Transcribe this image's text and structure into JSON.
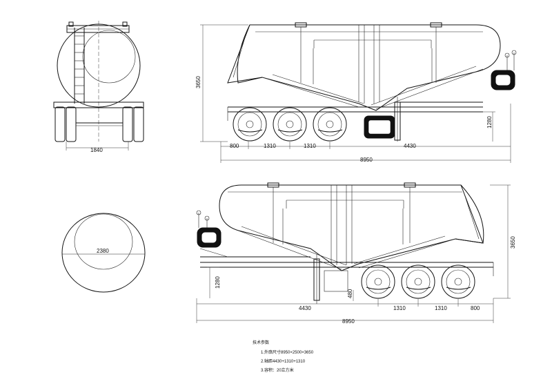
{
  "dimensions": {
    "top_side": {
      "height": "3650",
      "hitch_height": "1280",
      "front_overhang": "800",
      "axle_spacing_1": "1310",
      "axle_spacing_2": "1310",
      "kingpin_to_axle": "4430",
      "overall_length": "8950"
    },
    "front_end": {
      "track_width": "1840"
    },
    "bottom_side": {
      "height": "3650",
      "hitch_height": "1280",
      "leg_dim": "480",
      "kingpin_to_axle": "4430",
      "axle_spacing_1": "1310",
      "axle_spacing_2": "1310",
      "rear_overhang": "800",
      "overall_length": "8950"
    },
    "rear_end": {
      "tank_width": "2380"
    }
  },
  "notes": {
    "title": "技术参数",
    "line1": "1.外廓尺寸8950×2500×3650",
    "line2": "2.轴距4430+1310+1310",
    "line3": "3.容积：20立方米"
  }
}
